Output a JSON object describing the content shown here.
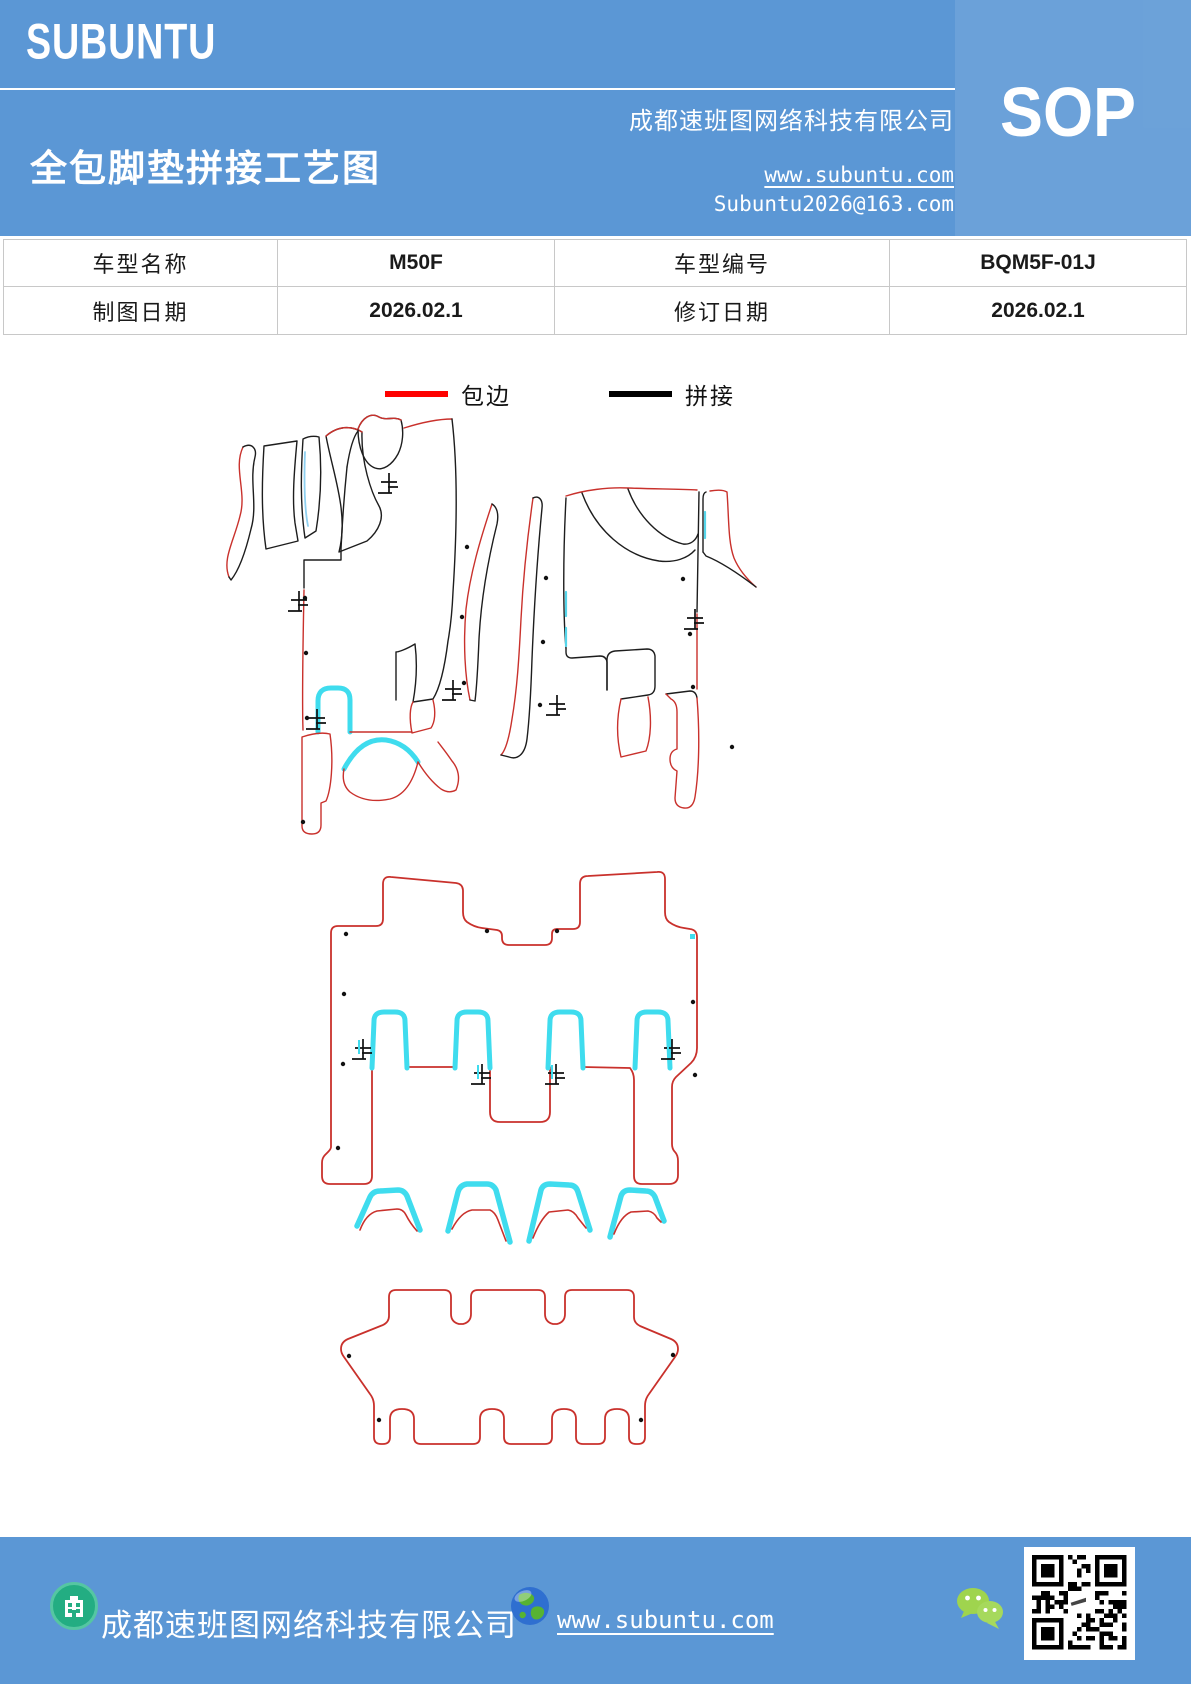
{
  "header": {
    "logo": "SUBUNTU",
    "title": "全包脚垫拼接工艺图",
    "company": "成都速班图网络科技有限公司",
    "sop_label": "SOP",
    "website": "www.subuntu.com",
    "email": "Subuntu2026@163.com",
    "colors": {
      "band": "#5b97d5",
      "band_light_panel": "#6aa3dd",
      "text": "#ffffff"
    }
  },
  "info_table": {
    "rows": [
      {
        "label1": "车型名称",
        "value1": "M50F",
        "label2": "车型编号",
        "value2": "BQM5F-01J"
      },
      {
        "label1": "制图日期",
        "value1": "2026.02.1",
        "label2": "修订日期",
        "value2": "2026.02.1"
      }
    ]
  },
  "legend": {
    "items": [
      {
        "label": "包边",
        "color": "#fe0100"
      },
      {
        "label": "拼接",
        "color": "#000000"
      }
    ]
  },
  "diagram": {
    "description": "floor mat cutting and splicing pattern pieces",
    "colors": {
      "edge_binding": "#c9312c",
      "splice_seam": "#1d1d1d",
      "highlight_cut": "#3fdcee"
    },
    "groups": [
      "front-mats",
      "second-row-mat",
      "small-bridge-pieces",
      "third-row-mat"
    ]
  },
  "footer": {
    "company": "成都速班图网络科技有限公司",
    "website": "www.subuntu.com",
    "icons": [
      "building-icon",
      "globe-icon",
      "wechat-icon",
      "qr-code"
    ],
    "colors": {
      "band": "#5b97d5",
      "icon_green": "#23ad82",
      "wechat_green": "#9fd44e"
    }
  }
}
